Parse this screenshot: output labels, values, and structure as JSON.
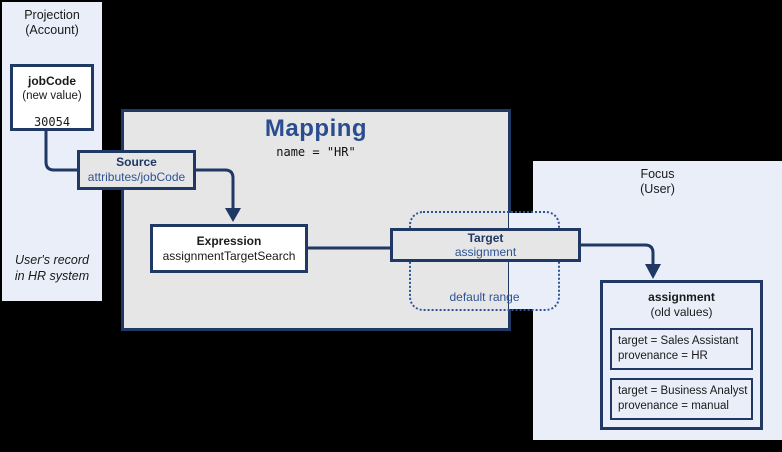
{
  "colors": {
    "background": "#000000",
    "panel_fill": "#E9EEF8",
    "mapping_fill": "#E6E6E6",
    "node_fill_white": "#FFFFFF",
    "border_navy": "#1F3864",
    "accent_blue": "#2E5395",
    "mapping_title_blue": "#2A4D8F",
    "text_dark": "#1A1A1A"
  },
  "projection_panel": {
    "title_line1": "Projection",
    "title_line2": "(Account)",
    "jobcode_box": {
      "title": "jobCode",
      "qualifier": "(new value)",
      "value": "30054"
    },
    "note_line1": "User's record",
    "note_line2": "in HR system"
  },
  "mapping": {
    "title": "Mapping",
    "subtitle": "name = \"HR\""
  },
  "source_box": {
    "title": "Source",
    "value": "attributes/jobCode"
  },
  "expression_box": {
    "title": "Expression",
    "value": "assignmentTargetSearch"
  },
  "target_box": {
    "title": "Target",
    "value": "assignment"
  },
  "default_range_label": "default range",
  "focus_panel": {
    "title_line1": "Focus",
    "title_line2": "(User)",
    "assignment_box": {
      "title": "assignment",
      "qualifier": "(old values)",
      "values": [
        {
          "line1": "target = Sales Assistant",
          "line2": "provenance = HR"
        },
        {
          "line1": "target = Business Analyst",
          "line2": "provenance = manual"
        }
      ]
    }
  }
}
